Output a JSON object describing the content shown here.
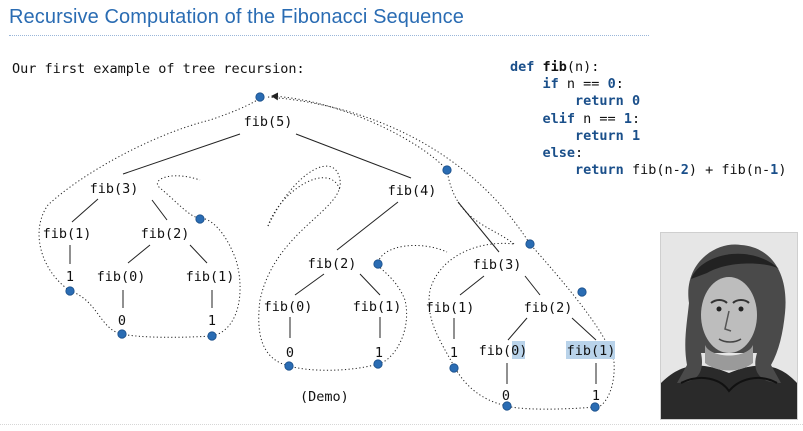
{
  "title": "Recursive Computation of the Fibonacci Sequence",
  "intro": "Our first example of tree recursion:",
  "code": {
    "line1": {
      "kw": "def",
      "name": "fib",
      "rest": "(n):"
    },
    "line2": {
      "kw": "if",
      "mid": " n == ",
      "num": "0",
      "end": ":"
    },
    "line3": {
      "kw": "return",
      "num": "0"
    },
    "line4": {
      "kw": "elif",
      "mid": " n == ",
      "num": "1",
      "end": ":"
    },
    "line5": {
      "kw": "return",
      "num": "1"
    },
    "line6": {
      "kw": "else",
      "end": ":"
    },
    "line7": {
      "kw": "return",
      "a": " fib(n",
      "minus1": "-",
      "num2": "2",
      "b": ") + fib(n",
      "minus2": "-",
      "num1": "1",
      "c": ")"
    }
  },
  "tree": {
    "root": "fib(5)",
    "n3a": "fib(3)",
    "n4": "fib(4)",
    "n1a": "fib(1)",
    "n2a": "fib(2)",
    "v1a": "1",
    "n0a": "fib(0)",
    "n1b": "fib(1)",
    "v0a": "0",
    "v1b": "1",
    "n2b": "fib(2)",
    "n3b": "fib(3)",
    "n0b": "fib(0)",
    "n1c": "fib(1)",
    "v0b": "0",
    "v1c": "1",
    "n1d": "fib(1)",
    "n2c": "fib(2)",
    "v1d": "1",
    "n0c": "fib(0)",
    "n1e": "fib(1)",
    "v0c": "0",
    "v1e": "1"
  },
  "demo": "(Demo)",
  "colors": {
    "title": "#2a6cb3",
    "keyword": "#1a4f8a",
    "dot": "#2a6cb3",
    "highlight": "#b9d3ea"
  },
  "icons": {
    "portrait": "fibonacci-portrait"
  }
}
